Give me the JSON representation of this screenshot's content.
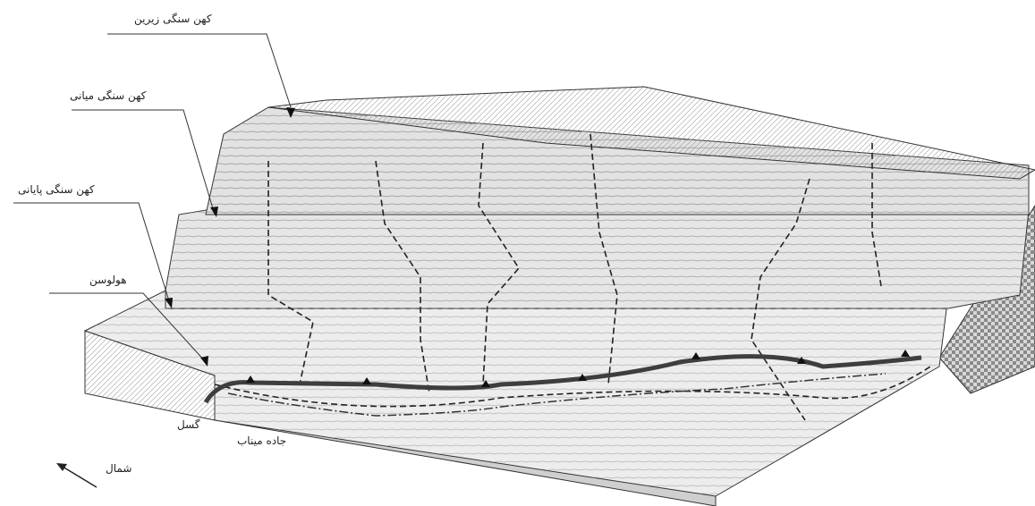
{
  "labels": {
    "upper_paleolithic": "کهن سنگی زیرین",
    "middle_paleolithic": "کهن سنگی میانی",
    "late_paleolithic": "کهن سنگی پایانی",
    "holocene": "هولوسن",
    "fault": "گسل",
    "mining_road": "جاده میناب",
    "north": "شمال"
  },
  "colors": {
    "line": "#222222",
    "terrain_face": "#e9e9e9",
    "plateau": "#cfcfcf",
    "side": "#bdbdbd",
    "river": "#444444"
  }
}
